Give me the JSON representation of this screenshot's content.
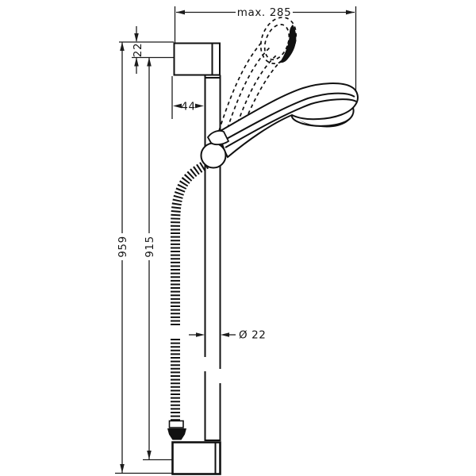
{
  "drawing": {
    "subject": "shower slide bar with hand shower and flexible hose, front view technical drawing",
    "dimensions": {
      "max_width_label": "max. 285",
      "top_offset_label": "22",
      "wall_to_bar_label": "44",
      "bar_total_length_label": "959",
      "hole_spacing_label": "915",
      "bar_diameter_label": "Ø 22"
    },
    "colors": {
      "line": "#1c1c1c",
      "part_line": "#111111",
      "background": "#ffffff"
    }
  }
}
